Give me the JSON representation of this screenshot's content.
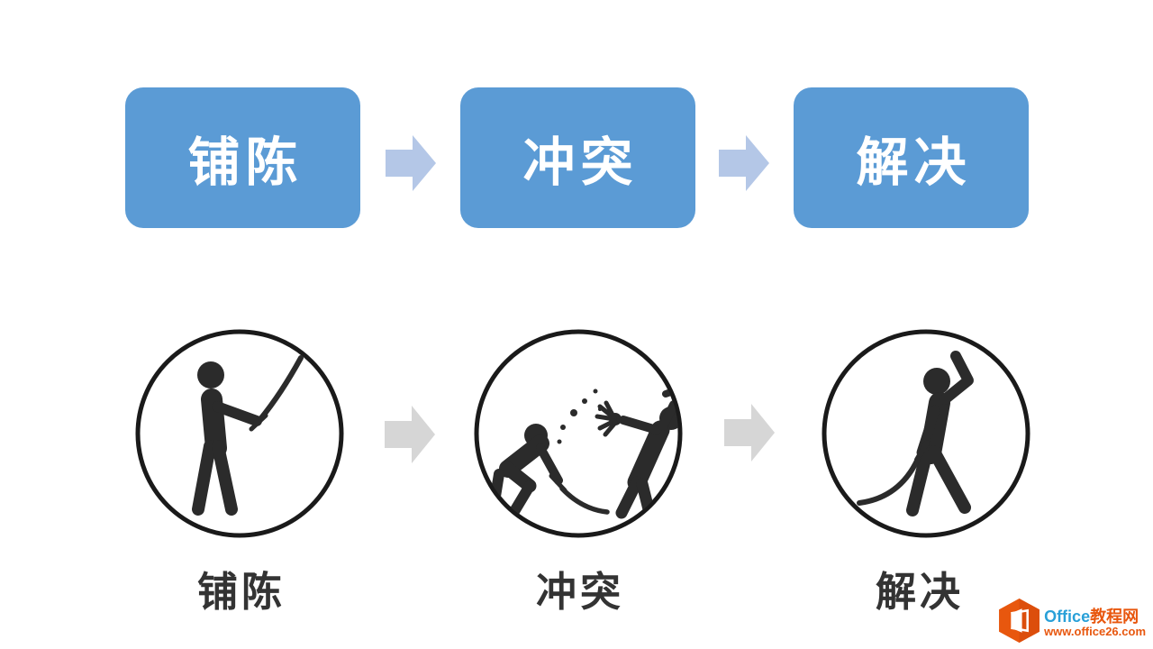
{
  "slide": {
    "background": "#ffffff",
    "flow": {
      "box_color": "#5B9BD5",
      "box_text_color": "#ffffff",
      "top_arrow_color": "#B4C7E7",
      "steps": [
        {
          "label": "铺陈"
        },
        {
          "label": "冲突"
        },
        {
          "label": "解决"
        }
      ]
    },
    "icons": {
      "circle_border_color": "#1a1a1a",
      "pictogram_color": "#2b2b2b",
      "bottom_arrow_color": "#D6D6D6",
      "label_color": "#333333",
      "items": [
        {
          "icon": "swordsman-ready-icon",
          "label": "铺陈"
        },
        {
          "icon": "sword-fight-icon",
          "label": "冲突"
        },
        {
          "icon": "victor-swordsman-icon",
          "label": "解决"
        }
      ]
    },
    "watermark": {
      "site_name_en": "Office",
      "site_name_zh": "教程网",
      "url": "www.office26.com",
      "brand_blue": "#29A0D8",
      "brand_orange": "#E8570E"
    }
  }
}
